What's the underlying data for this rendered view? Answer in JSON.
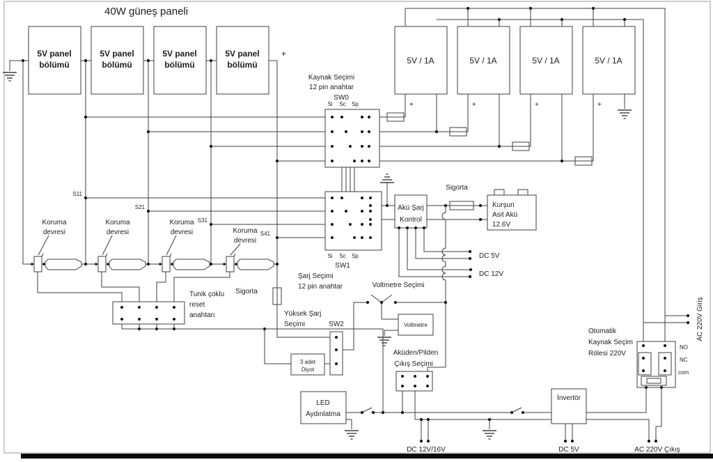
{
  "title": "40W güneş paneli",
  "sym": {
    "plus": "+"
  },
  "colors": {
    "wire": "#3c3c3c",
    "ink": "#1c1c1c",
    "bottom_bar": "#0a0a0a"
  },
  "panels": {
    "line1": "5V panel",
    "line2": "bölümü"
  },
  "chargers": {
    "label": "5V / 1A"
  },
  "sw0": {
    "caption1": "Kaynak Seçimi",
    "caption2": "12 pin anahtar",
    "name": "SW0",
    "cols": [
      "Si",
      "Sc",
      "Sp"
    ]
  },
  "sw1": {
    "name": "SW1",
    "caption1": "Şarj Seçimi",
    "caption2": "12 pin anahtar",
    "cols": [
      "Si",
      "Sc",
      "Sp"
    ]
  },
  "sw2": {
    "name": "SW2",
    "caption1": "Yüksek Şarj",
    "caption2": "Seçimi"
  },
  "koruma": {
    "line1": "Koruma",
    "line2": "devresi"
  },
  "s_labels": [
    "S11",
    "S21",
    "S31",
    "S41"
  ],
  "reset_switch": {
    "line1": "Tunik çoklu",
    "line2": "reset",
    "line3": "anahtarı"
  },
  "fuse_left_label": "Sigorta",
  "fuse_right_label": "Sigorta",
  "charge_control": {
    "line1": "Akü Şarj",
    "line2": "Kontrol"
  },
  "battery": {
    "line1": "Kurşun",
    "line2": "Asit Akü",
    "line3": "12.6V"
  },
  "voltmeter": {
    "selector": "Voltmetre Seçimi",
    "label": "Voltmetre"
  },
  "output_select": {
    "line1": "Aküden/Pilden",
    "line2": "Çıkış Seçimi"
  },
  "diode": {
    "line1": "3 adet",
    "line2": "Diyot"
  },
  "led": {
    "line1": "LED",
    "line2": "Aydınlatma"
  },
  "inverter": {
    "label": "İnvertör"
  },
  "relay": {
    "line1": "Otomatik",
    "line2": "Kaynak Seçim",
    "line3": "Rölesi 220V",
    "pins": [
      "NO",
      "NC",
      "com"
    ]
  },
  "outputs": {
    "dc5v": "DC 5V",
    "dc12v": "DC 12V",
    "dc12v16v": "DC 12V/16V",
    "dc5v_bottom": "DC 5V",
    "ac220_out": "AC 220V Çıkış",
    "ac220_in": "AC 220V Giriş"
  }
}
